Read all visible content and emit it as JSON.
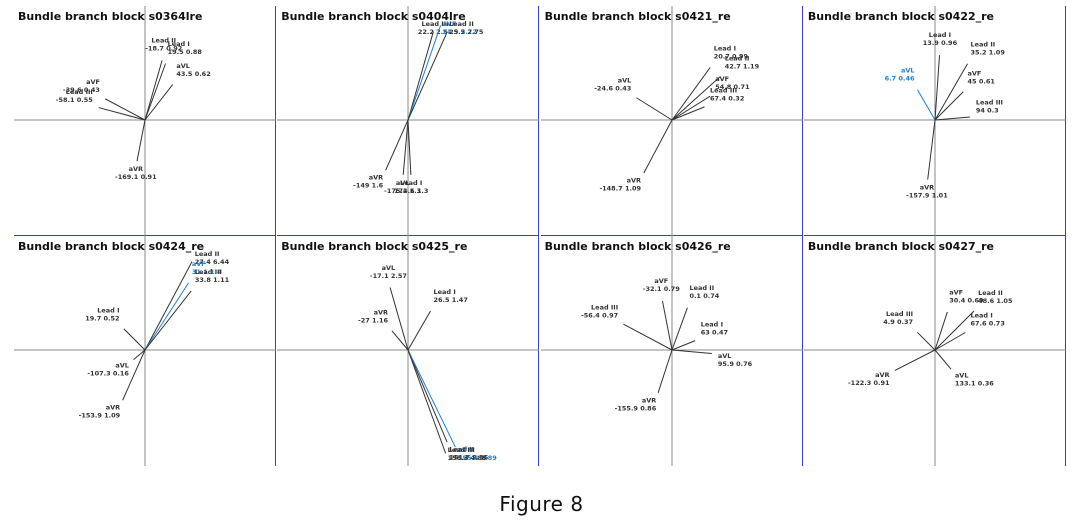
{
  "figure_caption": "Figure 8",
  "colors": {
    "default": "#333333",
    "highlight": "#1f7fd0",
    "axis": "#8a8a8a",
    "border": "#3b3bd1"
  },
  "chart_data": [
    {
      "type": "vector-diagram",
      "title": "Bundle branch block  s0364lre",
      "leads": [
        {
          "name": "Lead II",
          "angle": "-18.7",
          "amp": "0.92",
          "deg": -74,
          "len": 0.62
        },
        {
          "name": "Lead I",
          "angle": "19.5",
          "amp": "0.88",
          "deg": -70,
          "len": 0.6
        },
        {
          "name": "aVL",
          "angle": "43.5",
          "amp": "0.62",
          "deg": -52,
          "len": 0.45
        },
        {
          "name": "aVF",
          "angle": "-39.6",
          "amp": "0.43",
          "deg": -152,
          "len": 0.45
        },
        {
          "name": "Lead III",
          "angle": "-58.1",
          "amp": "0.55",
          "deg": -165,
          "len": 0.48
        },
        {
          "name": "aVR",
          "angle": "-169.1",
          "amp": "0.91",
          "deg": 101,
          "len": 0.42
        }
      ]
    },
    {
      "type": "vector-diagram",
      "title": "Bundle branch block  s0404lre",
      "leads": [
        {
          "name": "Lead III",
          "angle": "22.2",
          "amp": "2.51",
          "deg": -74,
          "len": 0.92
        },
        {
          "name": "aVF",
          "angle": "24.9",
          "amp": "2.72",
          "deg": -71,
          "len": 1.0,
          "highlight": true
        },
        {
          "name": "Lead II",
          "angle": "25.5",
          "amp": "2.75",
          "deg": -66,
          "len": 0.95
        },
        {
          "name": "aVL",
          "angle": "-175.2",
          "amp": "1.3",
          "deg": 95,
          "len": 0.55
        },
        {
          "name": "aVR",
          "angle": "-149",
          "amp": "1.6",
          "deg": 114,
          "len": 0.55
        },
        {
          "name": "Lead I",
          "angle": "174.6",
          "amp": "1.3",
          "deg": 87,
          "len": 0.55
        }
      ]
    },
    {
      "type": "vector-diagram",
      "title": "Bundle branch block  s0421_re",
      "leads": [
        {
          "name": "Lead I",
          "angle": "20.7",
          "amp": "0.99",
          "deg": -54,
          "len": 0.65
        },
        {
          "name": "Lead II",
          "angle": "42.7",
          "amp": "1.19",
          "deg": -42,
          "len": 0.65
        },
        {
          "name": "aVF",
          "angle": "54.8",
          "amp": "0.71",
          "deg": -32,
          "len": 0.45
        },
        {
          "name": "Lead III",
          "angle": "67.4",
          "amp": "0.32",
          "deg": -22,
          "len": 0.35
        },
        {
          "name": "aVL",
          "angle": "-24.6",
          "amp": "0.43",
          "deg": -148,
          "len": 0.42
        },
        {
          "name": "aVR",
          "angle": "-148.7",
          "amp": "1.09",
          "deg": 118,
          "len": 0.6
        }
      ]
    },
    {
      "type": "vector-diagram",
      "title": "Bundle branch block  s0422_re",
      "leads": [
        {
          "name": "Lead I",
          "angle": "13.9",
          "amp": "0.96",
          "deg": -86,
          "len": 0.65
        },
        {
          "name": "Lead II",
          "angle": "35.2",
          "amp": "1.09",
          "deg": -60,
          "len": 0.65
        },
        {
          "name": "aVF",
          "angle": "45",
          "amp": "0.61",
          "deg": -45,
          "len": 0.4
        },
        {
          "name": "Lead III",
          "angle": "94",
          "amp": "0.3",
          "deg": -5,
          "len": 0.35
        },
        {
          "name": "aVL",
          "angle": "6.7",
          "amp": "0.46",
          "deg": -120,
          "len": 0.35,
          "highlight": true
        },
        {
          "name": "aVR",
          "angle": "-157.9",
          "amp": "1.01",
          "deg": 97,
          "len": 0.6
        }
      ]
    },
    {
      "type": "vector-diagram",
      "title": "Bundle branch block  s0424_re",
      "leads": [
        {
          "name": "Lead II",
          "angle": "27.4",
          "amp": "6.44",
          "deg": -62,
          "len": 1.0
        },
        {
          "name": "aVF",
          "angle": "31.1",
          "amp": "1.4",
          "deg": -57,
          "len": 0.8,
          "highlight": true
        },
        {
          "name": "Lead III",
          "angle": "33.8",
          "amp": "1.11",
          "deg": -52,
          "len": 0.75
        },
        {
          "name": "Lead I",
          "angle": "19.7",
          "amp": "0.52",
          "deg": -135,
          "len": 0.3
        },
        {
          "name": "aVL",
          "angle": "-107.3",
          "amp": "0.16",
          "deg": 140,
          "len": 0.15
        },
        {
          "name": "aVR",
          "angle": "-153.9",
          "amp": "1.09",
          "deg": 114,
          "len": 0.55
        }
      ]
    },
    {
      "type": "vector-diagram",
      "title": "Bundle branch block  s0425_re",
      "leads": [
        {
          "name": "aVL",
          "angle": "-17.1",
          "amp": "2.57",
          "deg": -106,
          "len": 0.65
        },
        {
          "name": "Lead I",
          "angle": "26.5",
          "amp": "1.47",
          "deg": -60,
          "len": 0.45
        },
        {
          "name": "aVR",
          "angle": "-27",
          "amp": "1.16",
          "deg": -130,
          "len": 0.25
        },
        {
          "name": "Lead II",
          "angle": "151.7",
          "amp": "3.35",
          "deg": 67,
          "len": 1.0
        },
        {
          "name": "aVF",
          "angle": "155.4",
          "amp": "3.89",
          "deg": 64,
          "len": 1.08,
          "highlight": true
        },
        {
          "name": "Lead III",
          "angle": "158.3",
          "amp": "4.85",
          "deg": 70,
          "len": 1.1
        }
      ]
    },
    {
      "type": "vector-diagram",
      "title": "Bundle branch block  s0426_re",
      "leads": [
        {
          "name": "aVF",
          "angle": "-32.1",
          "amp": "0.79",
          "deg": -101,
          "len": 0.5
        },
        {
          "name": "Lead II",
          "angle": "0.1",
          "amp": "0.74",
          "deg": -70,
          "len": 0.45
        },
        {
          "name": "Lead III",
          "angle": "-56.4",
          "amp": "0.97",
          "deg": -152,
          "len": 0.55
        },
        {
          "name": "Lead I",
          "angle": "63",
          "amp": "0.47",
          "deg": -22,
          "len": 0.25
        },
        {
          "name": "aVL",
          "angle": "95.9",
          "amp": "0.76",
          "deg": 5,
          "len": 0.4
        },
        {
          "name": "aVR",
          "angle": "-155.9",
          "amp": "0.86",
          "deg": 108,
          "len": 0.45
        }
      ]
    },
    {
      "type": "vector-diagram",
      "title": "Bundle branch block  s0427_re",
      "leads": [
        {
          "name": "aVF",
          "angle": "30.4",
          "amp": "0.69",
          "deg": -72,
          "len": 0.4
        },
        {
          "name": "Lead II",
          "angle": "48.6",
          "amp": "1.05",
          "deg": -45,
          "len": 0.55
        },
        {
          "name": "Lead I",
          "angle": "67.6",
          "amp": "0.73",
          "deg": -30,
          "len": 0.35
        },
        {
          "name": "Lead III",
          "angle": "4.9",
          "amp": "0.37",
          "deg": -135,
          "len": 0.25
        },
        {
          "name": "aVL",
          "angle": "133.1",
          "amp": "0.36",
          "deg": 50,
          "len": 0.25
        },
        {
          "name": "aVR",
          "angle": "-122.3",
          "amp": "0.91",
          "deg": 153,
          "len": 0.45
        }
      ]
    }
  ]
}
